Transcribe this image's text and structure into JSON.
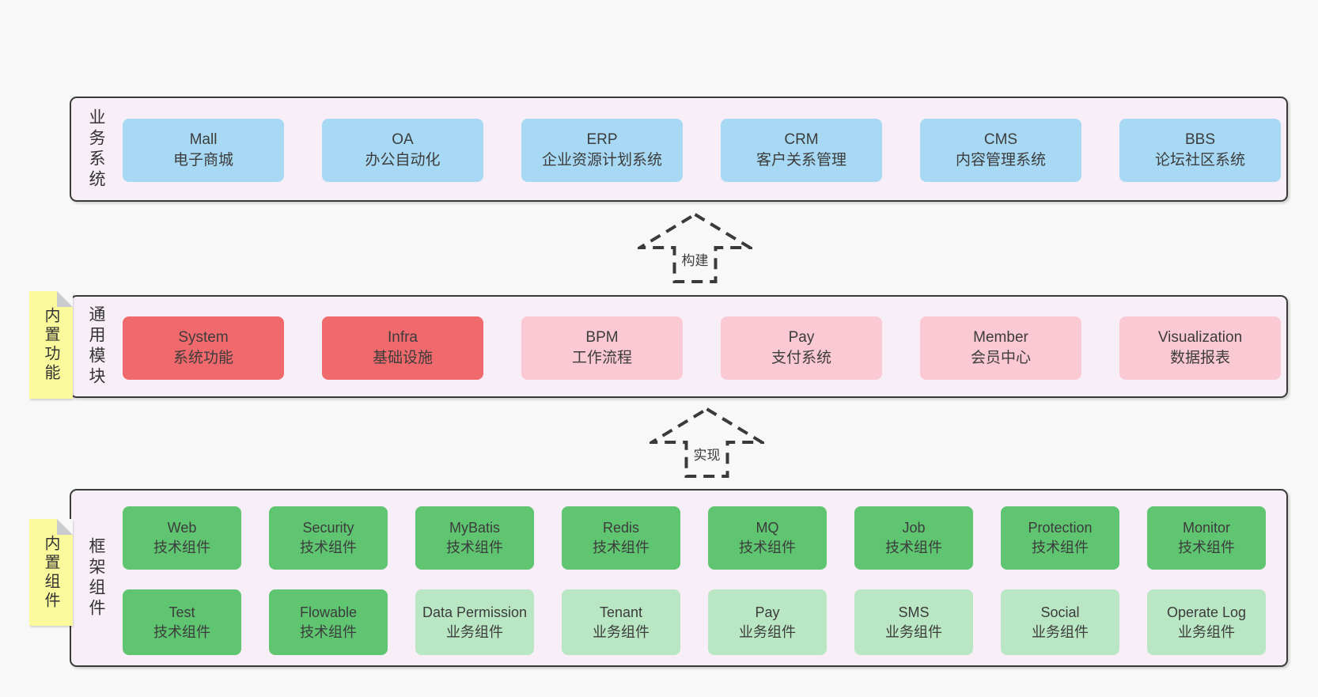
{
  "colors": {
    "page_bg": "#f8f8f8",
    "panel_bg": "#f8eef7",
    "panel_border": "#3a3a3a",
    "box_blue": "#a8d9f4",
    "box_red": "#f0696c",
    "box_pink": "#fbc9d4",
    "box_green": "#5fc571",
    "box_light_green": "#b9e6c3",
    "note_yellow": "#fafa9c"
  },
  "arrows": [
    {
      "label": "构建"
    },
    {
      "label": "实现"
    }
  ],
  "layers": [
    {
      "label": "业务系统",
      "boxes": [
        {
          "name": "Mall",
          "desc": "电子商城"
        },
        {
          "name": "OA",
          "desc": "办公自动化"
        },
        {
          "name": "ERP",
          "desc": "企业资源计划系统"
        },
        {
          "name": "CRM",
          "desc": "客户关系管理"
        },
        {
          "name": "CMS",
          "desc": "内容管理系统"
        },
        {
          "name": "BBS",
          "desc": "论坛社区系统"
        }
      ]
    },
    {
      "label": "通用模块",
      "note": "内置功能",
      "boxes": [
        {
          "name": "System",
          "desc": "系统功能"
        },
        {
          "name": "Infra",
          "desc": "基础设施"
        },
        {
          "name": "BPM",
          "desc": "工作流程"
        },
        {
          "name": "Pay",
          "desc": "支付系统"
        },
        {
          "name": "Member",
          "desc": "会员中心"
        },
        {
          "name": "Visualization",
          "desc": "数据报表"
        }
      ]
    },
    {
      "label": "框架组件",
      "note": "内置组件",
      "rows": [
        [
          {
            "name": "Web",
            "desc": "技术组件"
          },
          {
            "name": "Security",
            "desc": "技术组件"
          },
          {
            "name": "MyBatis",
            "desc": "技术组件"
          },
          {
            "name": "Redis",
            "desc": "技术组件"
          },
          {
            "name": "MQ",
            "desc": "技术组件"
          },
          {
            "name": "Job",
            "desc": "技术组件"
          },
          {
            "name": "Protection",
            "desc": "技术组件"
          },
          {
            "name": "Monitor",
            "desc": "技术组件"
          }
        ],
        [
          {
            "name": "Test",
            "desc": "技术组件"
          },
          {
            "name": "Flowable",
            "desc": "技术组件"
          },
          {
            "name": "Data Permission",
            "desc": "业务组件"
          },
          {
            "name": "Tenant",
            "desc": "业务组件"
          },
          {
            "name": "Pay",
            "desc": "业务组件"
          },
          {
            "name": "SMS",
            "desc": "业务组件"
          },
          {
            "name": "Social",
            "desc": "业务组件"
          },
          {
            "name": "Operate Log",
            "desc": "业务组件"
          }
        ]
      ]
    }
  ]
}
